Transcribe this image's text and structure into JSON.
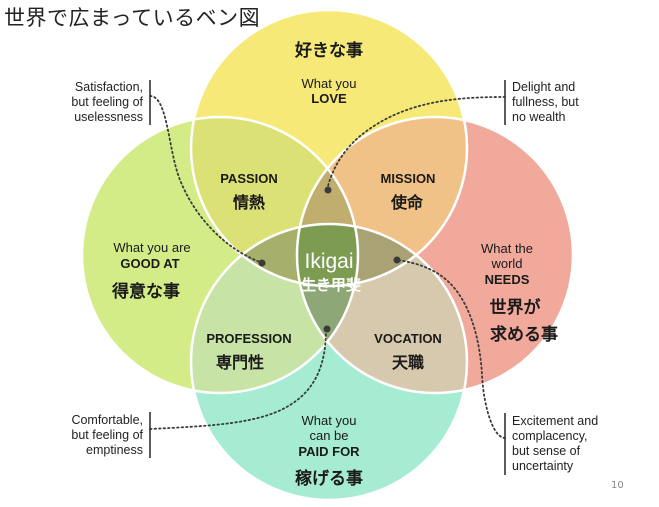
{
  "slide": {
    "title": "世界で広まっているベン図",
    "page_number": "10"
  },
  "circles": {
    "top": {
      "jp": "好きな事",
      "en_line1": "What you",
      "en_line2": "LOVE",
      "color": "#f6e978"
    },
    "left": {
      "jp": "得意な事",
      "en_line1": "What you are",
      "en_line2": "GOOD AT",
      "color": "#d4ec87"
    },
    "right": {
      "jp_line1": "世界が",
      "jp_line2": "求める事",
      "en_line1": "What the",
      "en_line2": "world",
      "en_line3": "NEEDS",
      "color": "#f1a99c"
    },
    "bottom": {
      "jp": "稼げる事",
      "en_line1": "What you",
      "en_line2": "can be",
      "en_line3": "PAID FOR",
      "color": "#a5ecd3"
    }
  },
  "overlaps": {
    "passion": {
      "en": "PASSION",
      "jp": "情熱"
    },
    "mission": {
      "en": "MISSION",
      "jp": "使命"
    },
    "profession": {
      "en": "PROFESSION",
      "jp": "専門性"
    },
    "vocation": {
      "en": "VOCATION",
      "jp": "天職"
    }
  },
  "center": {
    "en": "Ikigai",
    "jp": "生き甲斐"
  },
  "notes": {
    "top_left": {
      "line1": "Satisfaction,",
      "line2": "but feeling of",
      "line3": "uselessness"
    },
    "top_right": {
      "line1": "Delight and",
      "line2": "fullness, but",
      "line3": "no wealth"
    },
    "bottom_left": {
      "line1": "Comfortable,",
      "line2": "but feeling of",
      "line3": "emptiness"
    },
    "bottom_right": {
      "line1": "Excitement and",
      "line2": "complacency,",
      "line3": "but sense of",
      "line4": "uncertainty"
    }
  }
}
